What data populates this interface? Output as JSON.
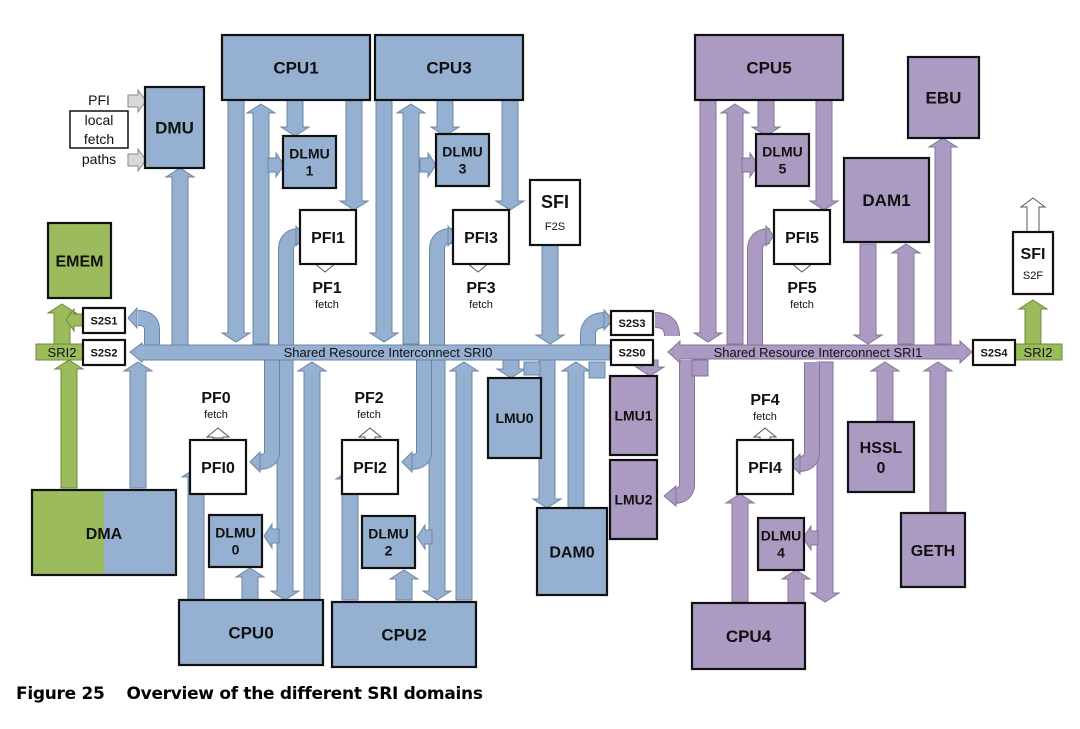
{
  "colors": {
    "blue": "#95b0d0",
    "purple": "#ab9bc2",
    "green": "#9bbb5c",
    "white": "#ffffff",
    "gray": "#d9d9d9",
    "border": "#111111",
    "arrow_stroke": "#6f7f92"
  },
  "blocks": {
    "cpu0": "CPU0",
    "cpu1": "CPU1",
    "cpu2": "CPU2",
    "cpu3": "CPU3",
    "cpu4": "CPU4",
    "cpu5": "CPU5",
    "dmu": "DMU",
    "emem": "EMEM",
    "dma": "DMA",
    "ebu": "EBU",
    "dam0": "DAM0",
    "dam1": "DAM1",
    "lmu0": "LMU0",
    "lmu1": "LMU1",
    "lmu2": "LMU2",
    "geth": "GETH",
    "hssl": [
      "HSSL",
      "0"
    ],
    "dlmu0": [
      "DLMU",
      "0"
    ],
    "dlmu1": [
      "DLMU",
      "1"
    ],
    "dlmu2": [
      "DLMU",
      "2"
    ],
    "dlmu3": [
      "DLMU",
      "3"
    ],
    "dlmu4": [
      "DLMU",
      "4"
    ],
    "dlmu5": [
      "DLMU",
      "5"
    ],
    "pfi0": "PFI0",
    "pfi1": "PFI1",
    "pfi2": "PFI2",
    "pfi3": "PFI3",
    "pfi4": "PFI4",
    "pfi5": "PFI5",
    "sfi_f2s": [
      "SFI",
      "F2S"
    ],
    "sfi_s2f": [
      "SFI",
      "S2F"
    ],
    "s2s0": "S2S0",
    "s2s1": "S2S1",
    "s2s2": "S2S2",
    "s2s3": "S2S3",
    "s2s4": "S2S4"
  },
  "fetch_labels": {
    "pf0": [
      "PF0",
      "fetch"
    ],
    "pf1": [
      "PF1",
      "fetch"
    ],
    "pf2": [
      "PF2",
      "fetch"
    ],
    "pf3": [
      "PF3",
      "fetch"
    ],
    "pf4": [
      "PF4",
      "fetch"
    ],
    "pf5": [
      "PF5",
      "fetch"
    ]
  },
  "legend_pfi": {
    "top": "PFI",
    "box": [
      "local",
      "fetch"
    ],
    "bottom": "paths"
  },
  "buses": {
    "sri0": "Shared Resource Interconnect   SRI0",
    "sri1": "Shared Resource Interconnect   SRI1",
    "sri2_left": "SRI2",
    "sri2_right": "SRI2"
  },
  "caption": {
    "number": "Figure 25",
    "title": "Overview of the different SRI domains"
  }
}
